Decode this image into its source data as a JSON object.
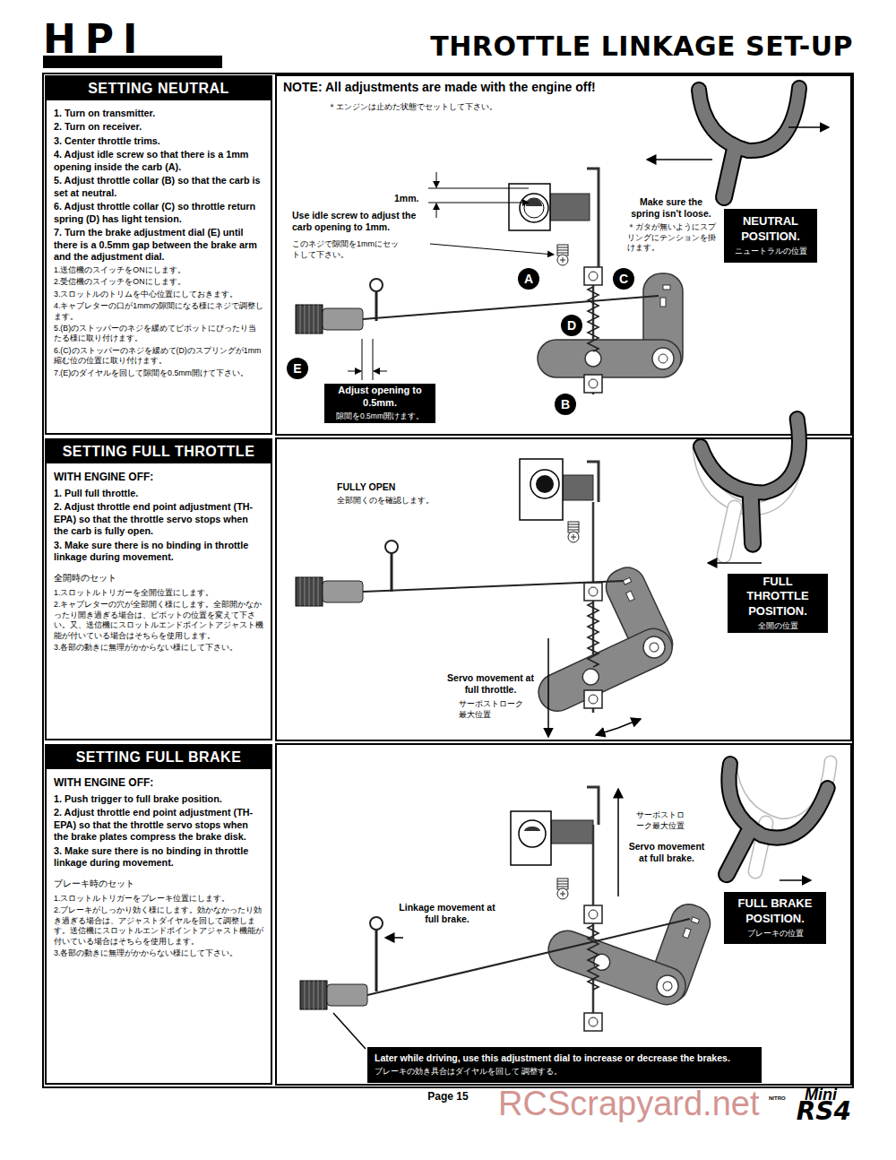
{
  "diagram": {
    "title": "THROTTLE LINKAGE SET-UP",
    "nodes": [
      {
        "text": [
          "SETTING NEUTRAL",
          "1. Turn on transmitter.",
          "2. Turn on receiver.",
          "3. Center throttle trims.",
          "4. Adjust idle screw so that there is a 1mm opening inside the carb (A).",
          "5. Adjust throttle collar (B) so that the carb is set at neutral.",
          "6. Adjust throttle collar (C) so throttle return spring (D) has light tension.",
          "7. Turn the brake adjustment dial (E) until there is a 0.5mm gap between the brake arm and the adjustment dial.",
          "1.送信機のスイッチをONにします。",
          "2.受信機のスイッチをONにします。",
          "3.スロットルのトリムを中心位置にしておきます。",
          "4.キャブレターの口が1mmの隙間になる様にネジで調整します。",
          "5.(B)のストッパーのネジを緩めてピボットにぴったり当たる様に取り付けます。",
          "6.(C)のストッパーのネジを緩めて(D)のスプリングが1mm縮む位の位置に取り付けます。",
          "7.(E)のダイヤルを回して隙間を0.5mm開けて下さい。"
        ]
      },
      {
        "text": [
          "NEUTRAL POSITION.",
          "ニュートラルの位置"
        ]
      },
      {
        "text": [
          "Adjust opening to 0.5mm.",
          "隙間を0.5mm開けます。"
        ]
      },
      {
        "text": [
          "A"
        ]
      },
      {
        "text": [
          "C"
        ]
      },
      {
        "text": [
          "D"
        ]
      },
      {
        "text": [
          "B"
        ]
      },
      {
        "text": [
          "E"
        ]
      },
      {
        "text": [
          "SETTING FULL THROTTLE",
          "WITH ENGINE OFF:",
          "1. Pull full throttle.",
          "2. Adjust throttle end point adjustment (TH-EPA) so that the throttle servo stops when the carb is fully open.",
          "3. Make sure there is no binding in throttle linkage during movement.",
          "全開時のセット",
          "1.スロットルトリガーを全開位置にします。",
          "2.キャブレターの穴が全部開く様にします。全部開かなかったり開き過ぎる場合は、ピボットの位置を変えて下さい。又、送信機にスロットルエンドポイントアジャスト機能が付いている場合はそちらを使用します。",
          "3.各部の動きに無理がかからない様にして下さい。"
        ]
      },
      {
        "text": [
          "FULL THROTTLE POSITION.",
          "全開の位置"
        ]
      },
      {
        "text": [
          "SETTING FULL BRAKE",
          "WITH ENGINE OFF:",
          "1. Push trigger to full brake position.",
          "2. Adjust throttle end point adjustment (TH-EPA) so that the throttle servo stops when the brake plates compress the brake disk.",
          "3. Make sure there is no binding in throttle linkage during movement.",
          "ブレーキ時のセット",
          "1.スロットルトリガーをブレーキ位置にします。",
          "2.ブレーキがしっかり効く様にします。効かなかったり効き過ぎる場合は、アジャストダイヤルを回して調整します。送信機にスロットルエンドポイントアジャスト機能が付いている場合はそちらを使用します。",
          "3.各部の動きに無理がかからない様にして下さい。"
        ]
      },
      {
        "text": [
          "FULL BRAKE POSITION.",
          "ブレーキの位置"
        ]
      },
      {
        "text": [
          "Later while driving, use this adjustment dial to increase or decrease the brakes.",
          "ブレーキの効き具合はダイヤルを回して 調整する。"
        ]
      }
    ],
    "labels": [
      "HPI",
      "NOTE: All adjustments are made with the engine off!",
      "＊エンジンは止めた状態でセットして下さい。",
      "1mm.",
      "Use idle screw to adjust the carb opening to 1mm.",
      "このネジで隙間を1mmにセットして下さい。",
      "Make sure the spring isn't loose.",
      "＊ガタが無いようにスプリングにテンションを掛けます。",
      "FULLY OPEN",
      "全部開くのを確認します。",
      "Servo movement at full throttle.",
      "サーボストローク最大位置",
      "サーボストローク最大位置",
      "Servo movement at full brake.",
      "Linkage movement at full brake.",
      "Page 15",
      "NITRO",
      "Mini",
      "RS4",
      "RCScrapyard.net"
    ]
  }
}
